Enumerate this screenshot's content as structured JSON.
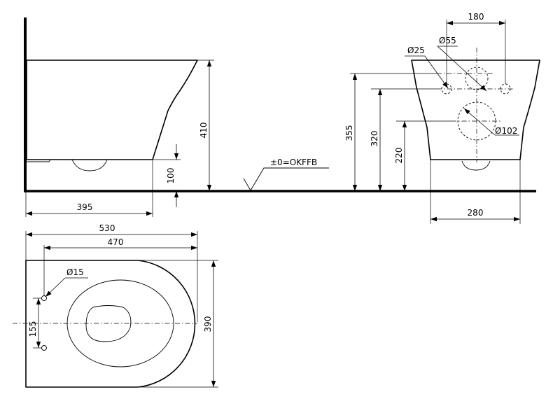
{
  "side_view": {
    "dim_height": "410",
    "dim_outlet_height": "100",
    "dim_depth": "395",
    "floor_label": "±0=OKFFB"
  },
  "rear_view": {
    "dim_hole_offset": "180",
    "dim_hole_small": "Ø25",
    "dim_hole_medium": "Ø55",
    "dim_hole_large": "Ø102",
    "dim_level_355": "355",
    "dim_level_320": "320",
    "dim_level_220": "220",
    "dim_width": "280"
  },
  "top_view": {
    "dim_total_length": "530",
    "dim_hole_length": "470",
    "dim_hole_diameter": "Ø15",
    "dim_hole_spacing": "155",
    "dim_width": "390"
  }
}
